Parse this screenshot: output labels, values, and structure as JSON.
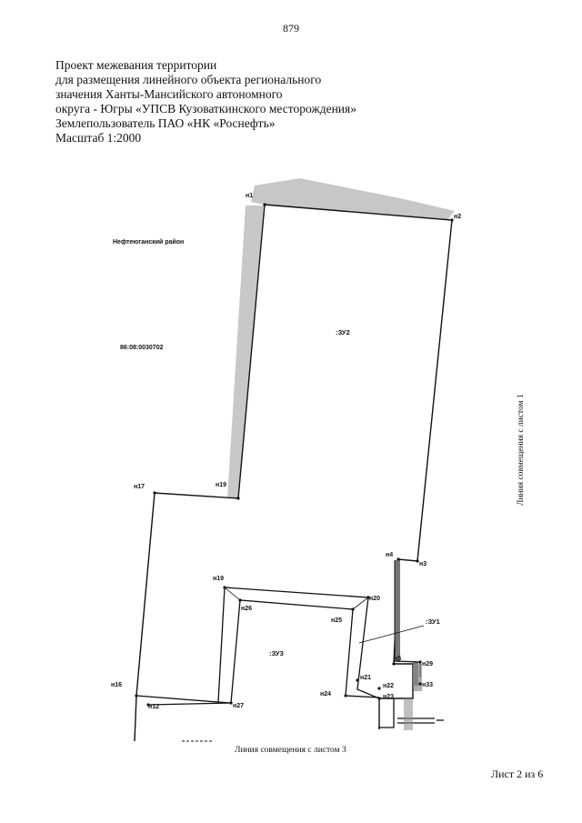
{
  "page_number": "879",
  "header": {
    "lines": [
      "Проект межевания территории",
      "для размещения линейного объекта регионального",
      "значения Ханты-Мансийского автономного",
      "округа - Югры «УПСВ Кузоваткинского месторождения»",
      "Землепользователь ПАО «НК «Роснефть»",
      "Масштаб 1:2000"
    ]
  },
  "map": {
    "district_label": "Нефтеюганский район",
    "cadastral_block": "86:08:0030702",
    "areas": {
      "zu1": ":ЗУ1",
      "zu2": ":ЗУ2",
      "zu3": ":ЗУ3"
    },
    "points": {
      "n1": "н1",
      "n2": "н2",
      "n3": "н3",
      "n4": "н4",
      "n5": "н5",
      "n12": "н12",
      "n16": "н16",
      "n17": "н17",
      "n19a": "н19",
      "n19b": "н19",
      "n20": "н20",
      "n21": "н21",
      "n22": "н22",
      "n23": "н23",
      "n24": "н24",
      "n25": "н25",
      "n26": "н26",
      "n27": "н27",
      "n29": "н29",
      "n33": "н33"
    },
    "line_color": "#111111",
    "hatch_color": "#555555"
  },
  "captions": {
    "bottom": "Линия совмещения с листом 3",
    "right": "Линия совмещения с листом 1"
  },
  "footer": {
    "sheet": "Лист 2 из 6"
  }
}
